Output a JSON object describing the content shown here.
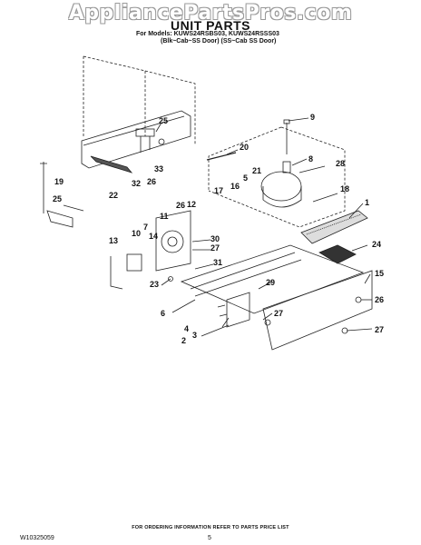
{
  "watermark": "AppliancePartsPros.com",
  "header": {
    "title": "UNIT PARTS",
    "models_line": "For Models: KUWS24RSBS03, KUWS24RSSS03",
    "variants_line": "(Blk~Cab~SS Door)  (SS~Cab SS Door)"
  },
  "callouts": {
    "c25a": "25",
    "c9": "9",
    "c20": "20",
    "c8": "8",
    "c28": "28",
    "c19": "19",
    "c33": "33",
    "c21": "21",
    "c5": "5",
    "c32": "32",
    "c26a": "26",
    "c22": "22",
    "c17": "17",
    "c16": "16",
    "c18": "18",
    "c25b": "25",
    "c1": "1",
    "c26b": "26",
    "c12": "12",
    "c11": "11",
    "c7a": "7",
    "c14": "14",
    "c10": "10",
    "c30": "30",
    "c27a": "27",
    "c13": "13",
    "c24": "24",
    "c31": "31",
    "c15": "15",
    "c23": "23",
    "c29": "29",
    "c26c": "26",
    "c6": "6",
    "c27b": "27",
    "c4": "4",
    "c27c": "27",
    "c3": "3",
    "c2": "2"
  },
  "footer": {
    "ordering_note": "FOR ORDERING INFORMATION REFER TO PARTS PRICE LIST",
    "doc_code": "W10325059",
    "page_number": "5"
  }
}
